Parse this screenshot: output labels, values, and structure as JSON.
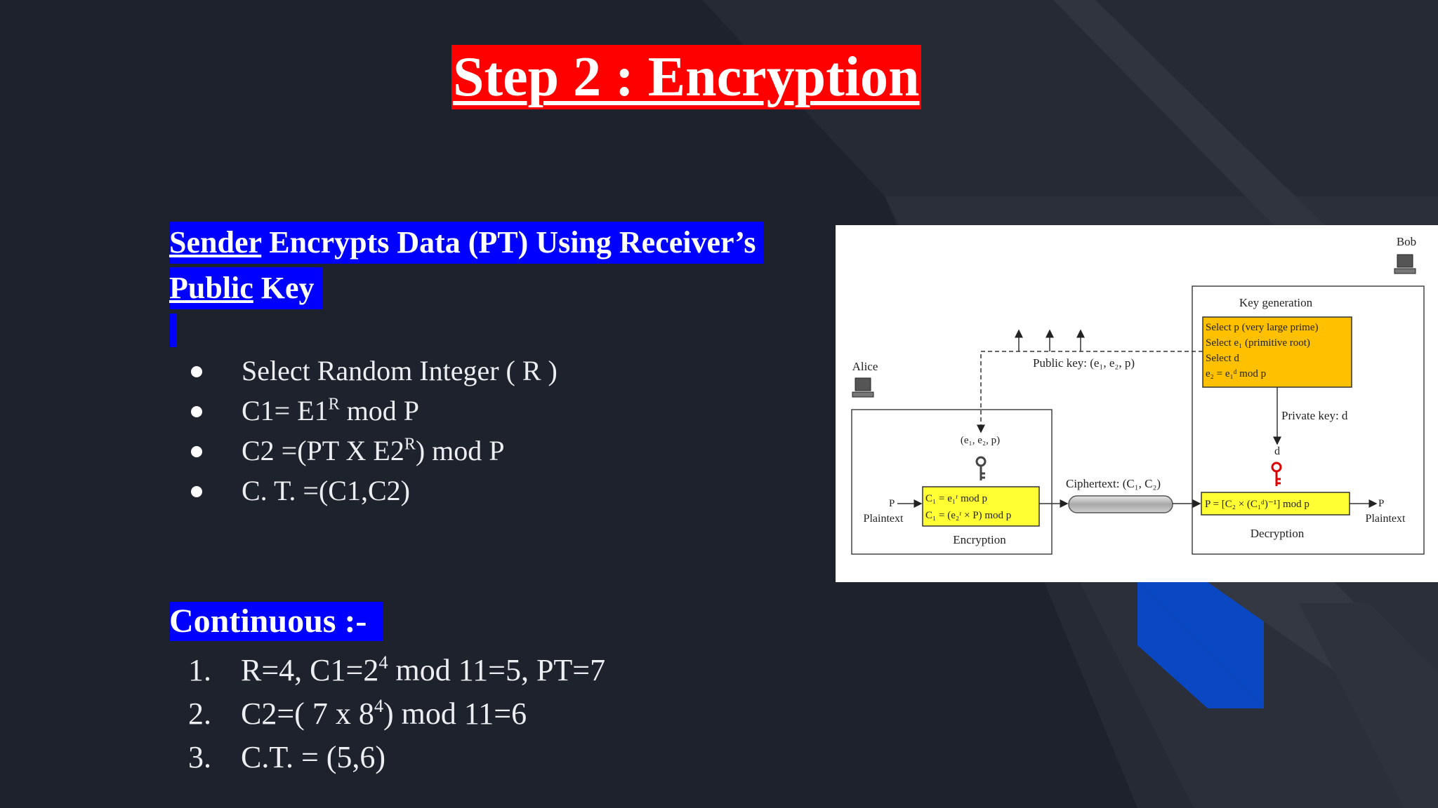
{
  "title": "Step 2 : Encryption",
  "heading": {
    "line1_word1": "Sender",
    "line1_rest": " Encrypts Data (PT) Using Receiver’s",
    "line2_word1": "Public",
    "line2_rest": " Key"
  },
  "bullets": [
    {
      "pre": "Select Random Integer ( R )",
      "sup": "",
      "post": ""
    },
    {
      "pre": "C1=  E1",
      "sup": "R",
      "post": "  mod P"
    },
    {
      "pre": "C2 =(PT X E2",
      "sup": "R",
      "post": ") mod P"
    },
    {
      "pre": "C. T. =(C1,C2)",
      "sup": "",
      "post": ""
    }
  ],
  "continuous_label": "Continuous :-",
  "steps": [
    {
      "num": "1.",
      "pre": "R=4, C1=2",
      "sup": "4",
      "post": " mod 11=5,  PT=7"
    },
    {
      "num": "2.",
      "pre": "C2=( 7 x 8",
      "sup": "4",
      "post": ") mod 11=6"
    },
    {
      "num": "3.",
      "pre": "C.T. = (5,6)",
      "sup": "",
      "post": ""
    }
  ],
  "diagram": {
    "bob": "Bob",
    "alice": "Alice",
    "key_generation": "Key generation",
    "kg_line1": "Select p (very large prime)",
    "kg_line2": "Select e₁ (primitive root)",
    "kg_line3": "Select d",
    "kg_line4": "e₂ = e₁ᵈ mod p",
    "public_key": "Public key: (e₁, e₂, p)",
    "private_key": "Private key: d",
    "e_params": "(e₁, e₂, p)",
    "d_label": "d",
    "enc_line1": "C₁ = e₁ʳ mod p",
    "enc_line2": "C₁ = (e₂ʳ × P) mod p",
    "dec_formula": "P = [C₂ × (C₁ᵈ)⁻¹] mod p",
    "ciphertext": "Ciphertext: (C₁, C₂)",
    "p_left": "P",
    "plaintext_left": "Plaintext",
    "p_right": "P",
    "plaintext_right": "Plaintext",
    "encryption": "Encryption",
    "decryption": "Decryption"
  },
  "colors": {
    "background": "#1e222c",
    "title_bg": "#ff0000",
    "highlight_bg": "#0000ff",
    "accent_blue": "#0a47c2",
    "key_box_fill": "#ffc000",
    "formula_fill": "#ffff33"
  }
}
